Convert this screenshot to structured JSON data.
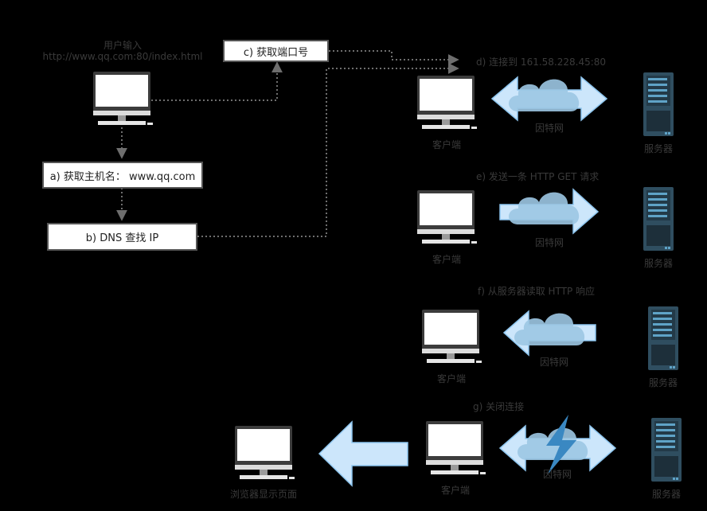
{
  "user_input": {
    "label": "用户输入",
    "url": "http://www.qq.com:80/index.html"
  },
  "steps": {
    "a": "a) 获取主机名： www.qq.com",
    "b": "b) DNS 查找 IP",
    "c": "c) 获取端口号",
    "d": "d) 连接到 161.58.228.45:80",
    "e": "e) 发送一条 HTTP GET 请求",
    "f": "f) 从服务器读取 HTTP 响应",
    "g": "g) 关闭连接"
  },
  "labels": {
    "client": "客户端",
    "internet": "因特网",
    "server": "服务器",
    "browser_display": "浏览器显示页面"
  },
  "colors": {
    "background": "#000000",
    "arrow_fill": "#cce6fb",
    "arrow_stroke": "#8ec6ef",
    "cloud": "#9cc7e3",
    "bolt": "#3a88c2",
    "server_body": "#2f4e60",
    "server_slot": "#5fa3c7",
    "monitor_frame": "#3c3c3c",
    "monitor_screen": "#ffffff",
    "box_border": "#555555",
    "dotted_line": "#6e6e6e",
    "label_text": "#3a3a3a"
  },
  "icons": [
    "desktop-monitor-icon",
    "cloud-icon",
    "server-rack-icon",
    "double-arrow-icon",
    "right-arrow-icon",
    "left-arrow-icon",
    "lightning-bolt-icon"
  ]
}
